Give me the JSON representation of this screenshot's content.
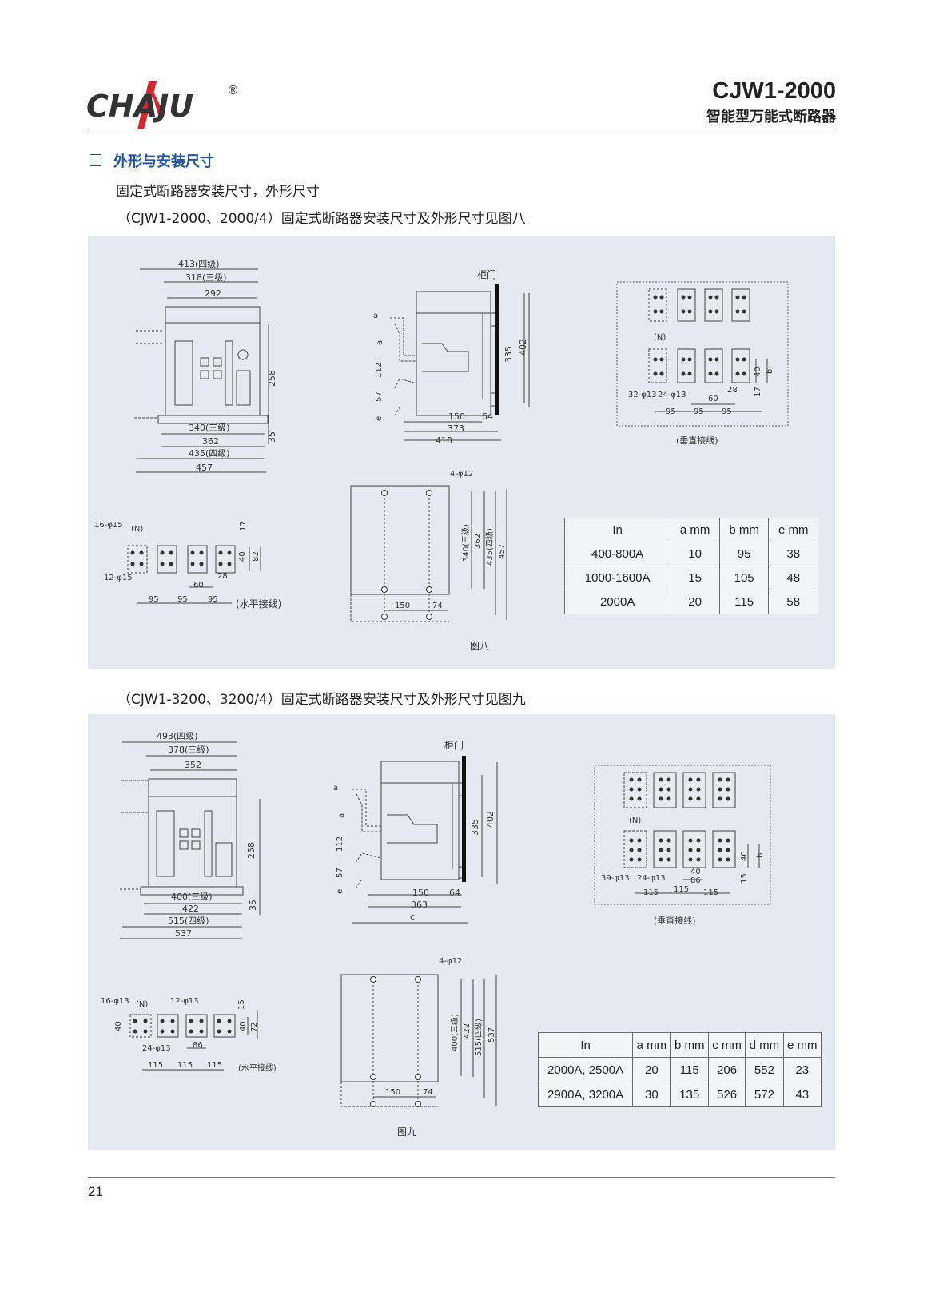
{
  "header": {
    "brand": "CHAJU",
    "registered": "®",
    "model": "CJW1-2000",
    "subtitle": "智能型万能式断路器"
  },
  "section": {
    "title": "外形与安装尺寸",
    "line1": "固定式断路器安装尺寸，外形尺寸",
    "line2": "（CJW1-2000、2000/4）固定式断路器安装尺寸及外形尺寸见图八",
    "line3": "（CJW1-3200、3200/4）固定式断路器安装尺寸及外形尺寸见图九"
  },
  "fig8": {
    "caption": "图八",
    "front": {
      "w413": "413(四级)",
      "w318": "318(三级)",
      "w292": "292",
      "h258": "258",
      "w340": "340(三级)",
      "w362": "362",
      "w435": "435(四级)",
      "w457": "457",
      "h35": "35"
    },
    "side": {
      "door": "柜门",
      "a1": "a",
      "a2": "a",
      "d112": "112",
      "d57": "57",
      "e": "e",
      "h335": "335",
      "h402": "402",
      "w150": "150",
      "w64": "64",
      "w373": "373",
      "w410": "410"
    },
    "vert": {
      "n": "(N)",
      "holes32": "32-φ13",
      "holes24": "24-φ13",
      "d60": "60",
      "d28": "28",
      "d40": "40",
      "b": "b",
      "d17": "17",
      "p1": "95",
      "p2": "95",
      "p3": "95",
      "caption": "(垂直接线)"
    },
    "horiz": {
      "holes16": "16-φ15",
      "n": "(N)",
      "holes12": "12-φ15",
      "d17": "17",
      "d40": "40",
      "d82": "82",
      "d28": "28",
      "d60": "60",
      "p1": "95",
      "p2": "95",
      "p3": "95",
      "caption": "(水平接线)"
    },
    "mount": {
      "holes": "4-φ12",
      "h340": "340(三级)",
      "h362": "362",
      "h435": "435(四级)",
      "h457": "457",
      "w150": "150",
      "w74": "74"
    },
    "table": {
      "headers": [
        "In",
        "a mm",
        "b mm",
        "e mm"
      ],
      "rows": [
        [
          "400-800A",
          "10",
          "95",
          "38"
        ],
        [
          "1000-1600A",
          "15",
          "105",
          "48"
        ],
        [
          "2000A",
          "20",
          "115",
          "58"
        ]
      ]
    }
  },
  "fig9": {
    "caption": "图九",
    "front": {
      "w493": "493(四级)",
      "w378": "378(三级)",
      "w352": "352",
      "h258": "258",
      "w400": "400(三级)",
      "w422": "422",
      "w515": "515(四级)",
      "w537": "537",
      "h35": "35"
    },
    "side": {
      "door": "柜门",
      "a1": "a",
      "a2": "a",
      "d112": "112",
      "d57": "57",
      "e": "e",
      "h335": "335",
      "h402": "402",
      "w150": "150",
      "w64": "64",
      "w363": "363",
      "c": "c"
    },
    "vert": {
      "n": "(N)",
      "holes39": "39-φ13",
      "holes24": "24-φ13",
      "d40": "40",
      "d86": "86",
      "d40b": "40",
      "b": "b",
      "d15": "15",
      "p1": "115",
      "p2": "115",
      "p3": "115",
      "caption": "(垂直接线)"
    },
    "horiz": {
      "holes16": "16-φ13",
      "n": "(N)",
      "holes12": "12-φ13",
      "holes24": "24-φ13",
      "d15": "15",
      "d40": "40",
      "d40b": "40",
      "d72": "72",
      "d86": "86",
      "p1": "115",
      "p2": "115",
      "p3": "115",
      "caption": "(水平接线)"
    },
    "mount": {
      "holes": "4-φ12",
      "h400": "400(三级)",
      "h422": "422",
      "h515": "515(四级)",
      "h537": "537",
      "w150": "150",
      "w74": "74"
    },
    "table": {
      "headers": [
        "In",
        "a mm",
        "b mm",
        "c mm",
        "d mm",
        "e mm"
      ],
      "rows": [
        [
          "2000A, 2500A",
          "20",
          "115",
          "206",
          "552",
          "23"
        ],
        [
          "2900A, 3200A",
          "30",
          "135",
          "526",
          "572",
          "43"
        ]
      ]
    }
  },
  "footer": {
    "page": "21"
  },
  "colors": {
    "accent": "#1a55a8",
    "logo_red": "#d8262e",
    "panel": "#e5e9f1"
  }
}
